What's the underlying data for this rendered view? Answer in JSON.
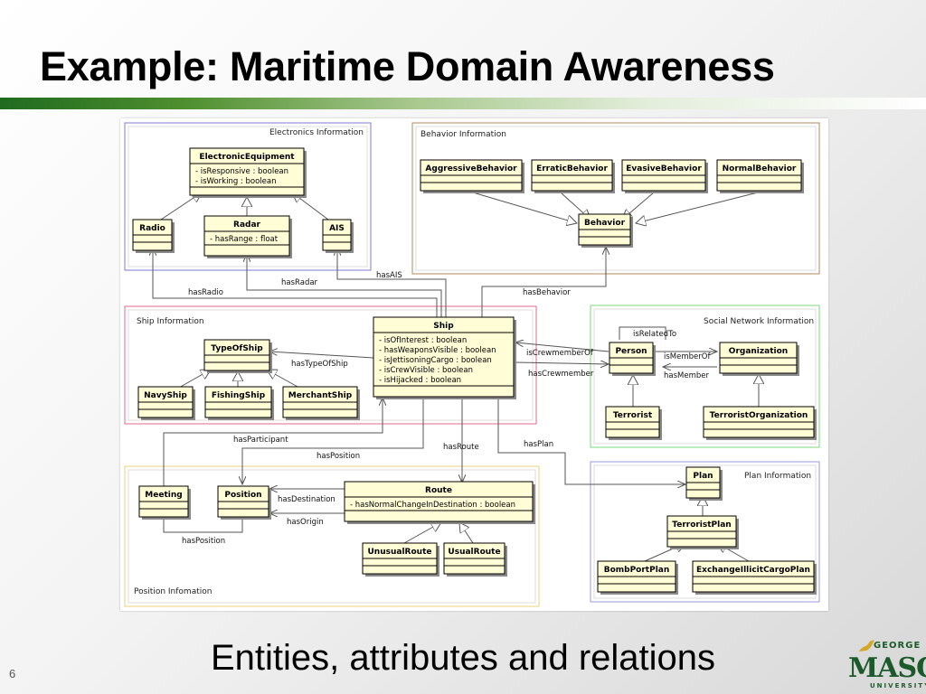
{
  "slide": {
    "title": "Example: Maritime Domain Awareness",
    "subtitle": "Entities, attributes and relations",
    "page_number": "6"
  },
  "logo": {
    "line1": "GEORGE",
    "line2": "MASON",
    "line3": "UNIVERSITY",
    "color": "#1d5a2b"
  },
  "diagram": {
    "packages": {
      "electronics": "Electronics Information",
      "behavior": "Behavior Information",
      "ship": "Ship Information",
      "social": "Social Network Information",
      "plan": "Plan Information",
      "position": "Position Infomation"
    },
    "classes": {
      "electronic_equipment": {
        "name": "ElectronicEquipment",
        "attrs": [
          "- isResponsive : boolean",
          "- isWorking : boolean"
        ]
      },
      "radio": {
        "name": "Radio",
        "attrs": []
      },
      "radar": {
        "name": "Radar",
        "attrs": [
          "- hasRange : float"
        ]
      },
      "ais": {
        "name": "AIS",
        "attrs": []
      },
      "aggressive_behavior": {
        "name": "AggressiveBehavior",
        "attrs": []
      },
      "erratic_behavior": {
        "name": "ErraticBehavior",
        "attrs": []
      },
      "evasive_behavior": {
        "name": "EvasiveBehavior",
        "attrs": []
      },
      "normal_behavior": {
        "name": "NormalBehavior",
        "attrs": []
      },
      "behavior": {
        "name": "Behavior",
        "attrs": []
      },
      "ship": {
        "name": "Ship",
        "attrs": [
          "- isOfInterest : boolean",
          "- hasWeaponsVisible : boolean",
          "- isJettisoningCargo : boolean",
          "- isCrewVisible : boolean",
          "- isHijacked : boolean"
        ]
      },
      "type_of_ship": {
        "name": "TypeOfShip",
        "attrs": []
      },
      "navy_ship": {
        "name": "NavyShip",
        "attrs": []
      },
      "fishing_ship": {
        "name": "FishingShip",
        "attrs": []
      },
      "merchant_ship": {
        "name": "MerchantShip",
        "attrs": []
      },
      "person": {
        "name": "Person",
        "attrs": []
      },
      "organization": {
        "name": "Organization",
        "attrs": []
      },
      "terrorist": {
        "name": "Terrorist",
        "attrs": []
      },
      "terrorist_organization": {
        "name": "TerroristOrganization",
        "attrs": []
      },
      "meeting": {
        "name": "Meeting",
        "attrs": []
      },
      "position": {
        "name": "Position",
        "attrs": []
      },
      "route": {
        "name": "Route",
        "attrs": [
          "- hasNormalChangeInDestination : boolean"
        ]
      },
      "unusual_route": {
        "name": "UnusualRoute",
        "attrs": []
      },
      "usual_route": {
        "name": "UsualRoute",
        "attrs": []
      },
      "plan": {
        "name": "Plan",
        "attrs": []
      },
      "terrorist_plan": {
        "name": "TerroristPlan",
        "attrs": []
      },
      "bomb_port_plan": {
        "name": "BombPortPlan",
        "attrs": []
      },
      "exchange_illicit_cargo_plan": {
        "name": "ExchangeIllicitCargoPlan",
        "attrs": []
      }
    },
    "relations": {
      "has_ais": "hasAIS",
      "has_radar": "hasRadar",
      "has_radio": "hasRadio",
      "has_behavior": "hasBehavior",
      "has_type_of_ship": "hasTypeOfShip",
      "is_crewmember_of": "isCrewmemberOf",
      "has_crewmember": "hasCrewmember",
      "is_related_to": "isRelatedTo",
      "is_member_of": "isMemberOf",
      "has_member": "hasMember",
      "has_participant": "hasParticipant",
      "has_position_ship": "hasPosition",
      "has_route": "hasRoute",
      "has_plan": "hasPlan",
      "has_destination": "hasDestination",
      "has_origin": "hasOrigin",
      "has_position_meeting": "hasPosition"
    }
  }
}
